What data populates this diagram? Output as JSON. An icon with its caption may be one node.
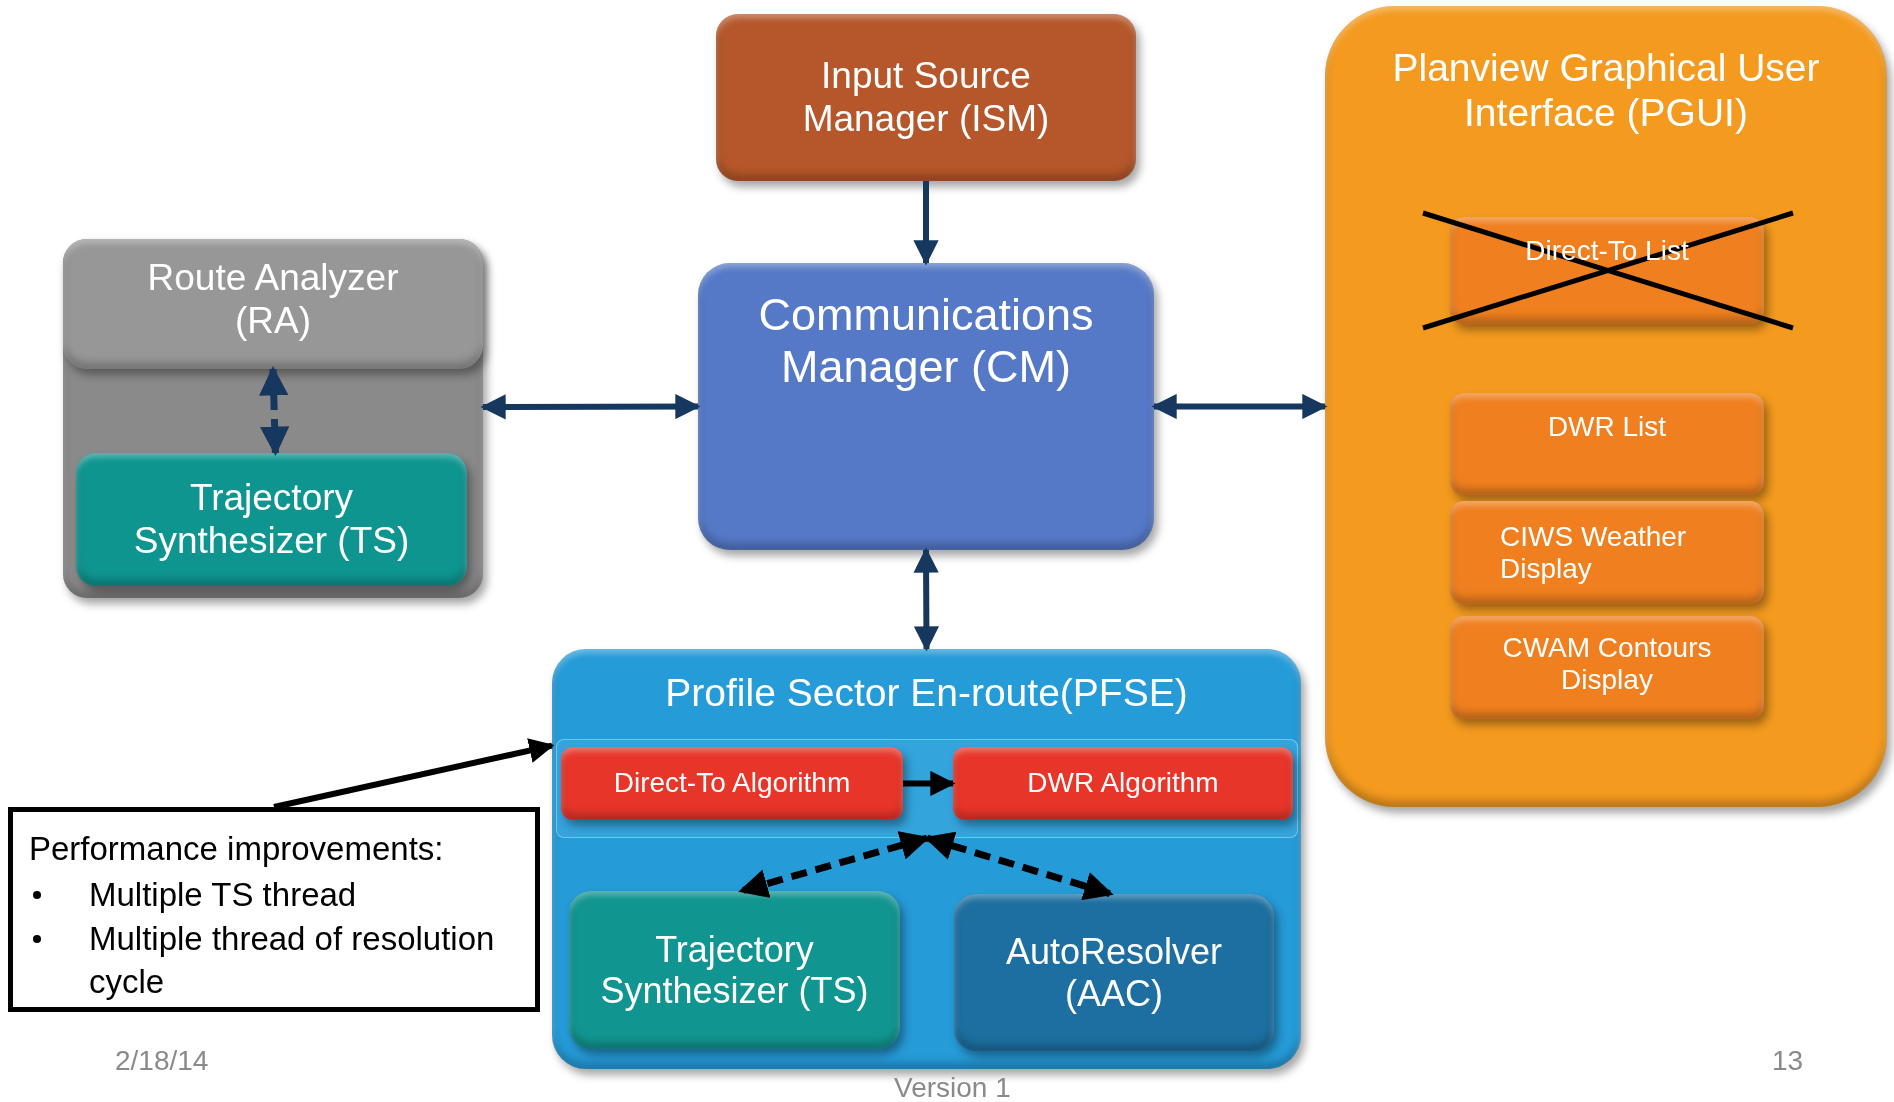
{
  "diagram": {
    "nodes": [
      {
        "text": [
          "Input Source Manager (ISM)"
        ]
      },
      {
        "text": [
          "Communications Manager (CM)"
        ]
      },
      {
        "text": [],
        "shape": "box"
      },
      {
        "text": [
          "Route Analyzer (RA)"
        ],
        "in": 2
      },
      {
        "text": [
          "Trajectory Synthesizer (TS)"
        ],
        "in": 2
      },
      {
        "text": [
          "Planview Graphical User Interface (PGUI)"
        ]
      },
      {
        "text": [
          "Direct-To List"
        ],
        "in": 5
      },
      {
        "text": [
          "DWR List"
        ],
        "in": 5
      },
      {
        "text": [
          "CIWS Weather Display"
        ],
        "in": 5
      },
      {
        "text": [
          "CWAM Contours Display"
        ],
        "in": 5
      },
      {
        "text": [
          "Profile Sector En-route(PFSE)"
        ]
      },
      {
        "text": [],
        "shape": "box",
        "in": 10
      },
      {
        "text": [
          "Direct-To  Algorithm"
        ],
        "in": 11
      },
      {
        "text": [
          "DWR  Algorithm"
        ],
        "in": 11
      },
      {
        "text": [
          "Trajectory Synthesizer (TS)"
        ],
        "in": 10
      },
      {
        "text": [
          "AutoResolver (AAC)"
        ],
        "in": 10
      },
      {
        "text": [
          "Performance improvements:",
          "Multiple TS thread",
          "Multiple thread of resolution cycle"
        ]
      }
    ],
    "edges": [
      {
        "from": 0,
        "to": 1,
        "arrow": "to"
      },
      {
        "from": 2,
        "to": 1,
        "arrow": "both"
      },
      {
        "from": 1,
        "to": 5,
        "arrow": "both"
      },
      {
        "from": 1,
        "to": 10,
        "arrow": "both"
      },
      {
        "from": 3,
        "to": 4,
        "arrow": "both",
        "style": "dashed"
      },
      {
        "from": 12,
        "to": 13,
        "arrow": "to",
        "color": "#000000"
      },
      {
        "from": 11,
        "to": 14,
        "arrow": "both",
        "style": "dashed",
        "color": "#000000"
      },
      {
        "from": 11,
        "to": 15,
        "arrow": "both",
        "style": "dashed",
        "color": "#000000"
      },
      {
        "from": 16,
        "to": 10,
        "arrow": "to",
        "color": "#000000"
      }
    ],
    "labels": [
      "2/18/14",
      "Version 1",
      "13"
    ]
  }
}
